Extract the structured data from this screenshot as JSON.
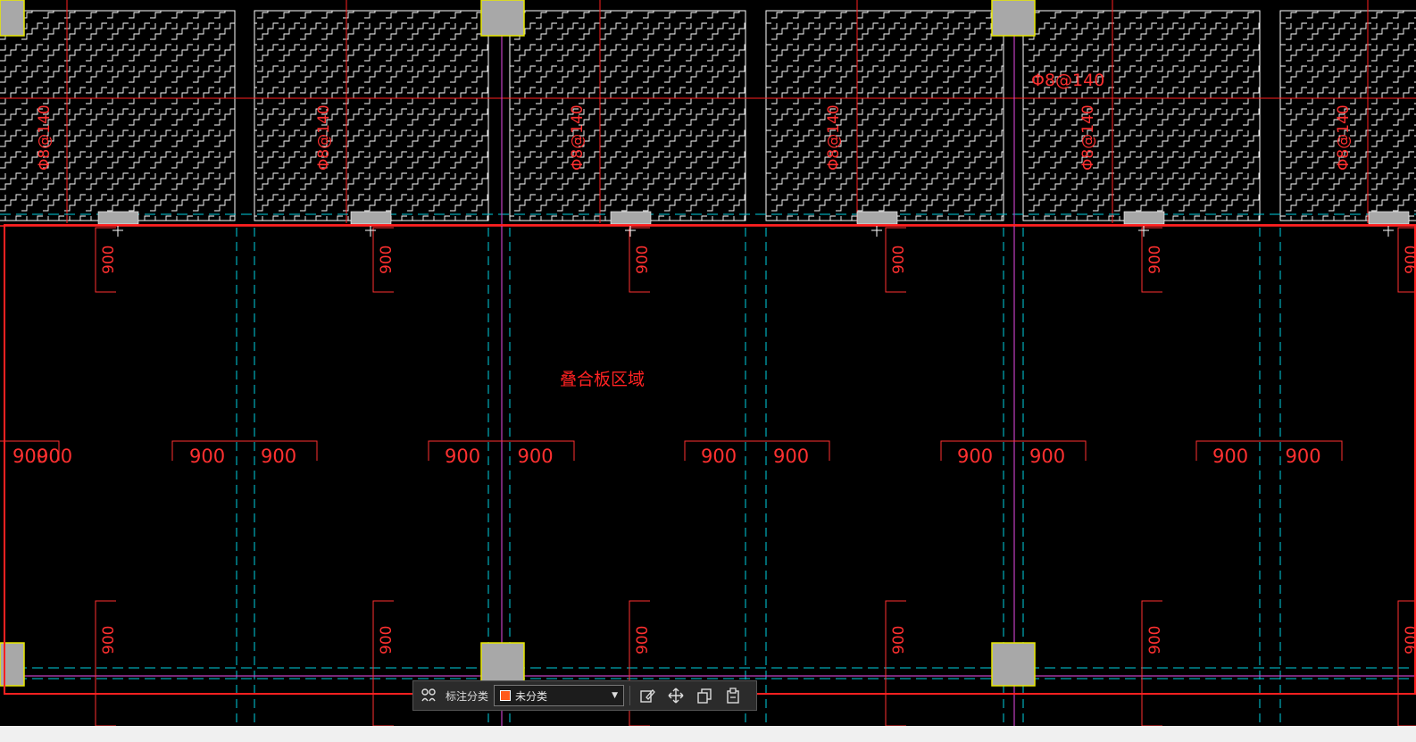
{
  "drawing": {
    "region_label": "叠合板区域",
    "rebar_annotation": "Φ8@140",
    "dimension_value": "900",
    "colors": {
      "background": "#000000",
      "slab_outline": "#ffffff",
      "hatch": "#ffffff",
      "grid_line": "#ff2020",
      "dimension": "#ff3030",
      "axis": "#c040c0",
      "dashed_beam": "#00d0e0",
      "column_fill": "#a8a8a8",
      "column_border": "#e8e800",
      "selection_frame": "#ff2020"
    }
  },
  "toolbar": {
    "classify_label": "标注分类",
    "category_value": "未分类",
    "category_color": "#ff5a1a",
    "icons": {
      "group": "group-icon",
      "edit": "edit-icon",
      "move": "move-icon",
      "copy": "copy-icon",
      "paste": "paste-icon"
    }
  }
}
